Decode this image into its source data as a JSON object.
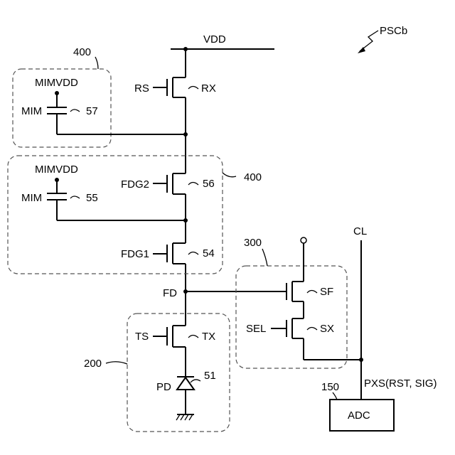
{
  "figure_label": "PSCb",
  "power": {
    "vdd": "VDD",
    "column_line": "CL"
  },
  "boxes": {
    "top_capacitor_box": "400",
    "middle_capacitor_box": "400",
    "readout_box": "300",
    "photodiode_box": "200"
  },
  "transistors": {
    "reset": {
      "gate": "RS",
      "name": "RX"
    },
    "fdg2": {
      "gate": "FDG2",
      "ref": "56"
    },
    "fdg1": {
      "gate": "FDG1",
      "ref": "54"
    },
    "transfer": {
      "gate": "TS",
      "name": "TX"
    },
    "source_follower": {
      "name": "SF"
    },
    "select": {
      "gate": "SEL",
      "name": "SX"
    }
  },
  "capacitors": {
    "top": {
      "supply": "MIMVDD",
      "name": "MIM",
      "ref": "57"
    },
    "middle": {
      "supply": "MIMVDD",
      "name": "MIM",
      "ref": "55"
    }
  },
  "nodes": {
    "floating_diffusion": "FD"
  },
  "photodiode": {
    "name": "PD",
    "ref": "51"
  },
  "adc": {
    "label": "ADC",
    "ref": "150",
    "signal": "PXS(RST,  SIG)"
  }
}
